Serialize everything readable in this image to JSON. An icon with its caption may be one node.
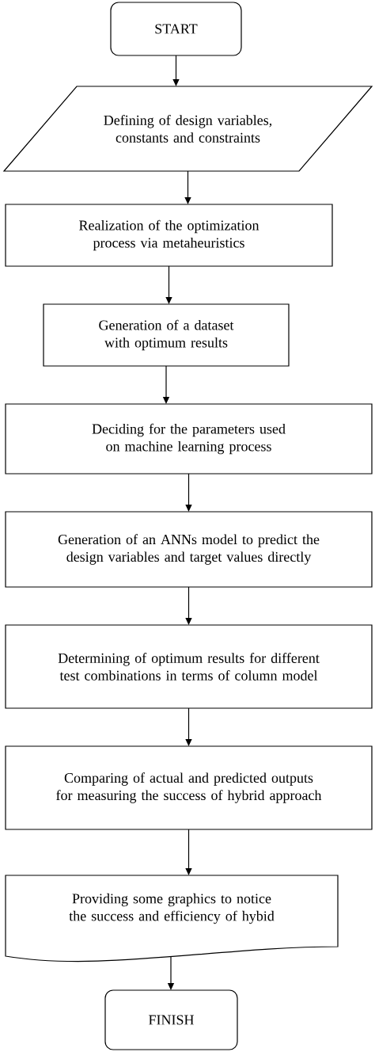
{
  "diagram": {
    "nodes": [
      {
        "text": [
          "START"
        ]
      },
      {
        "text": [
          "Defining of design variables, constants and constraints"
        ]
      },
      {
        "text": [
          "Realization of the optimization process via metaheuristics"
        ]
      },
      {
        "text": [
          "Generation of a dataset with optimum results"
        ]
      },
      {
        "text": [
          "Deciding for the parameters used on machine learning process"
        ]
      },
      {
        "text": [
          "Generation of an ANNs model to predict the design variables and target values directly"
        ]
      },
      {
        "text": [
          "Determining of optimum results for different test combinations in terms of column model"
        ]
      },
      {
        "text": [
          "Comparing of actual and predicted outputs for measuring the success of hybrid approach"
        ]
      },
      {
        "text": [
          "Providing some graphics to notice the success and efficiency of hybid"
        ]
      },
      {
        "text": [
          "FINISH"
        ]
      }
    ],
    "edges": [
      {
        "from": 0,
        "to": 1,
        "arrow": "to"
      },
      {
        "from": 1,
        "to": 2,
        "arrow": "to"
      },
      {
        "from": 2,
        "to": 3,
        "arrow": "to"
      },
      {
        "from": 3,
        "to": 4,
        "arrow": "to"
      },
      {
        "from": 4,
        "to": 5,
        "arrow": "to"
      },
      {
        "from": 5,
        "to": 6,
        "arrow": "to"
      },
      {
        "from": 6,
        "to": 7,
        "arrow": "to"
      },
      {
        "from": 7,
        "to": 8,
        "arrow": "to"
      },
      {
        "from": 8,
        "to": 9,
        "arrow": "to"
      }
    ]
  }
}
